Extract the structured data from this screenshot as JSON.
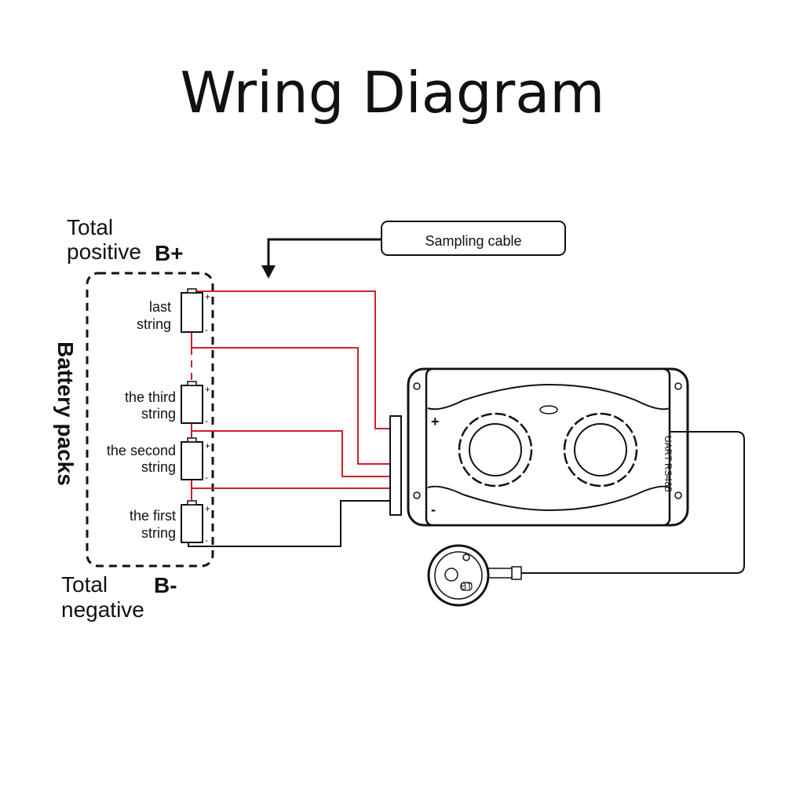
{
  "title": "Wring Diagram",
  "labels": {
    "total_positive_line1": "Total",
    "total_positive_line2": "positive",
    "b_plus": "B+",
    "total_negative_line1": "Total",
    "total_negative_line2": "negative",
    "b_minus": "B-",
    "battery_packs": "Battery packs",
    "sampling_cable": "Sampling cable"
  },
  "cells": [
    {
      "line1": "last",
      "line2": "string"
    },
    {
      "line1": "the third",
      "line2": "string"
    },
    {
      "line1": "the second",
      "line2": "string"
    },
    {
      "line1": "the first",
      "line2": "string"
    }
  ],
  "terminal_marks": {
    "plus": "+",
    "minus": "-"
  },
  "device": {
    "port_labels": {
      "rs485": "RS485",
      "uart": "UART"
    },
    "plus": "+",
    "minus": "-"
  },
  "dongle": {
    "bt": "BT"
  },
  "colors": {
    "wire_red": "#d0202a",
    "wire_black": "#111111",
    "outline": "#111111"
  }
}
